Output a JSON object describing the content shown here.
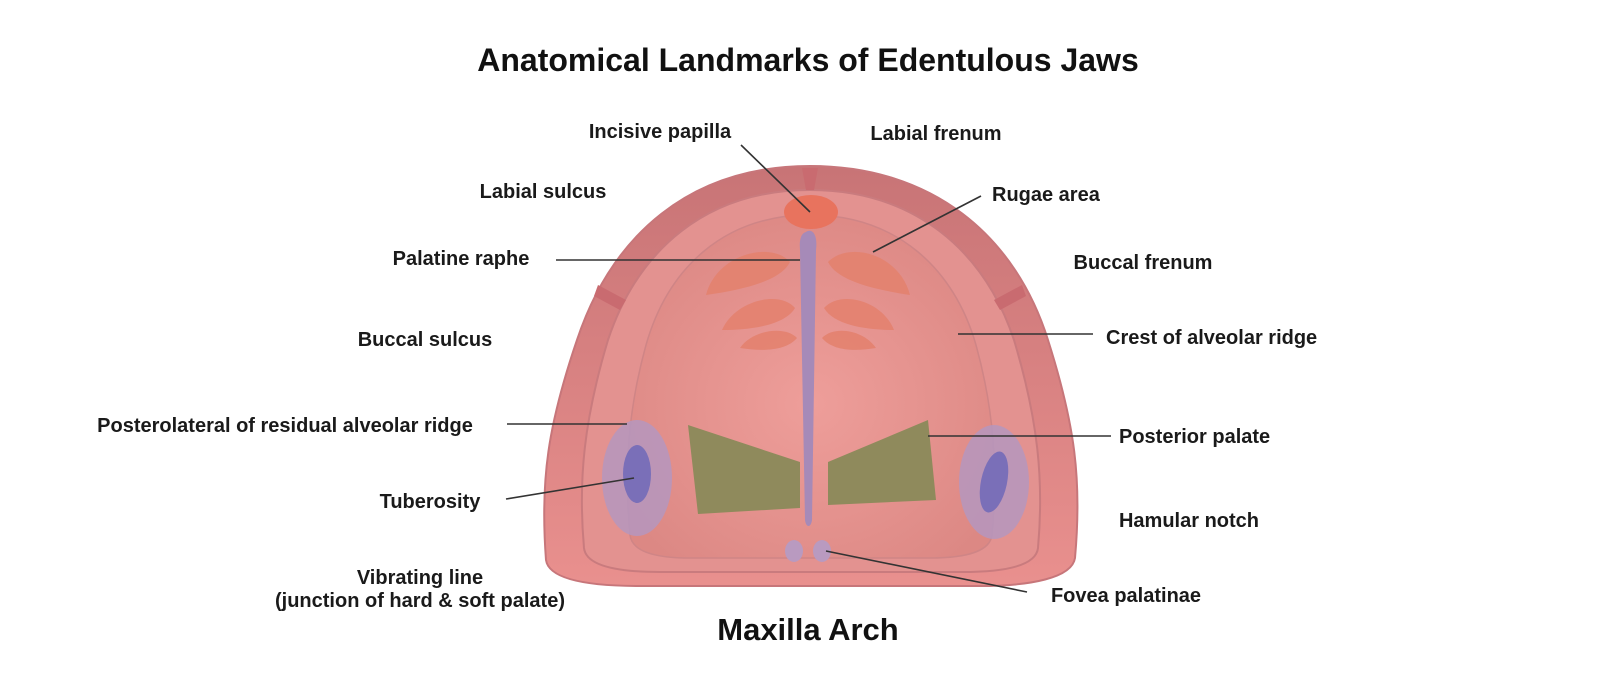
{
  "title": "Anatomical Landmarks of Edentulous Jaws",
  "caption": "Maxilla Arch",
  "labels": {
    "incisive_papilla": "Incisive papilla",
    "labial_frenum": "Labial frenum",
    "labial_sulcus": "Labial sulcus",
    "rugae_area": "Rugae area",
    "palatine_raphe": "Palatine raphe",
    "buccal_frenum": "Buccal frenum",
    "buccal_sulcus": "Buccal sulcus",
    "crest_alveolar_ridge": "Crest of alveolar ridge",
    "posterolateral_ridge": "Posterolateral of residual alveolar ridge",
    "posterior_palate": "Posterior palate",
    "tuberosity": "Tuberosity",
    "hamular_notch": "Hamular notch",
    "vibrating_line_1": "Vibrating line",
    "vibrating_line_2": "(junction of hard & soft palate)",
    "fovea_palatinae": "Fovea palatinae"
  },
  "colors": {
    "arch_outer": "#d98a8c",
    "arch_ridge": "#c76f73",
    "palate": "#e79894",
    "rugae": "#e7836f",
    "incisive_papilla": "#e8735e",
    "raphe": "#a68ab8",
    "posterior_palate_zone": "#8f8a5c",
    "tuberosity_outer": "#b596be",
    "tuberosity_inner": "#7a6fb8",
    "fovea": "#b99ac0"
  }
}
